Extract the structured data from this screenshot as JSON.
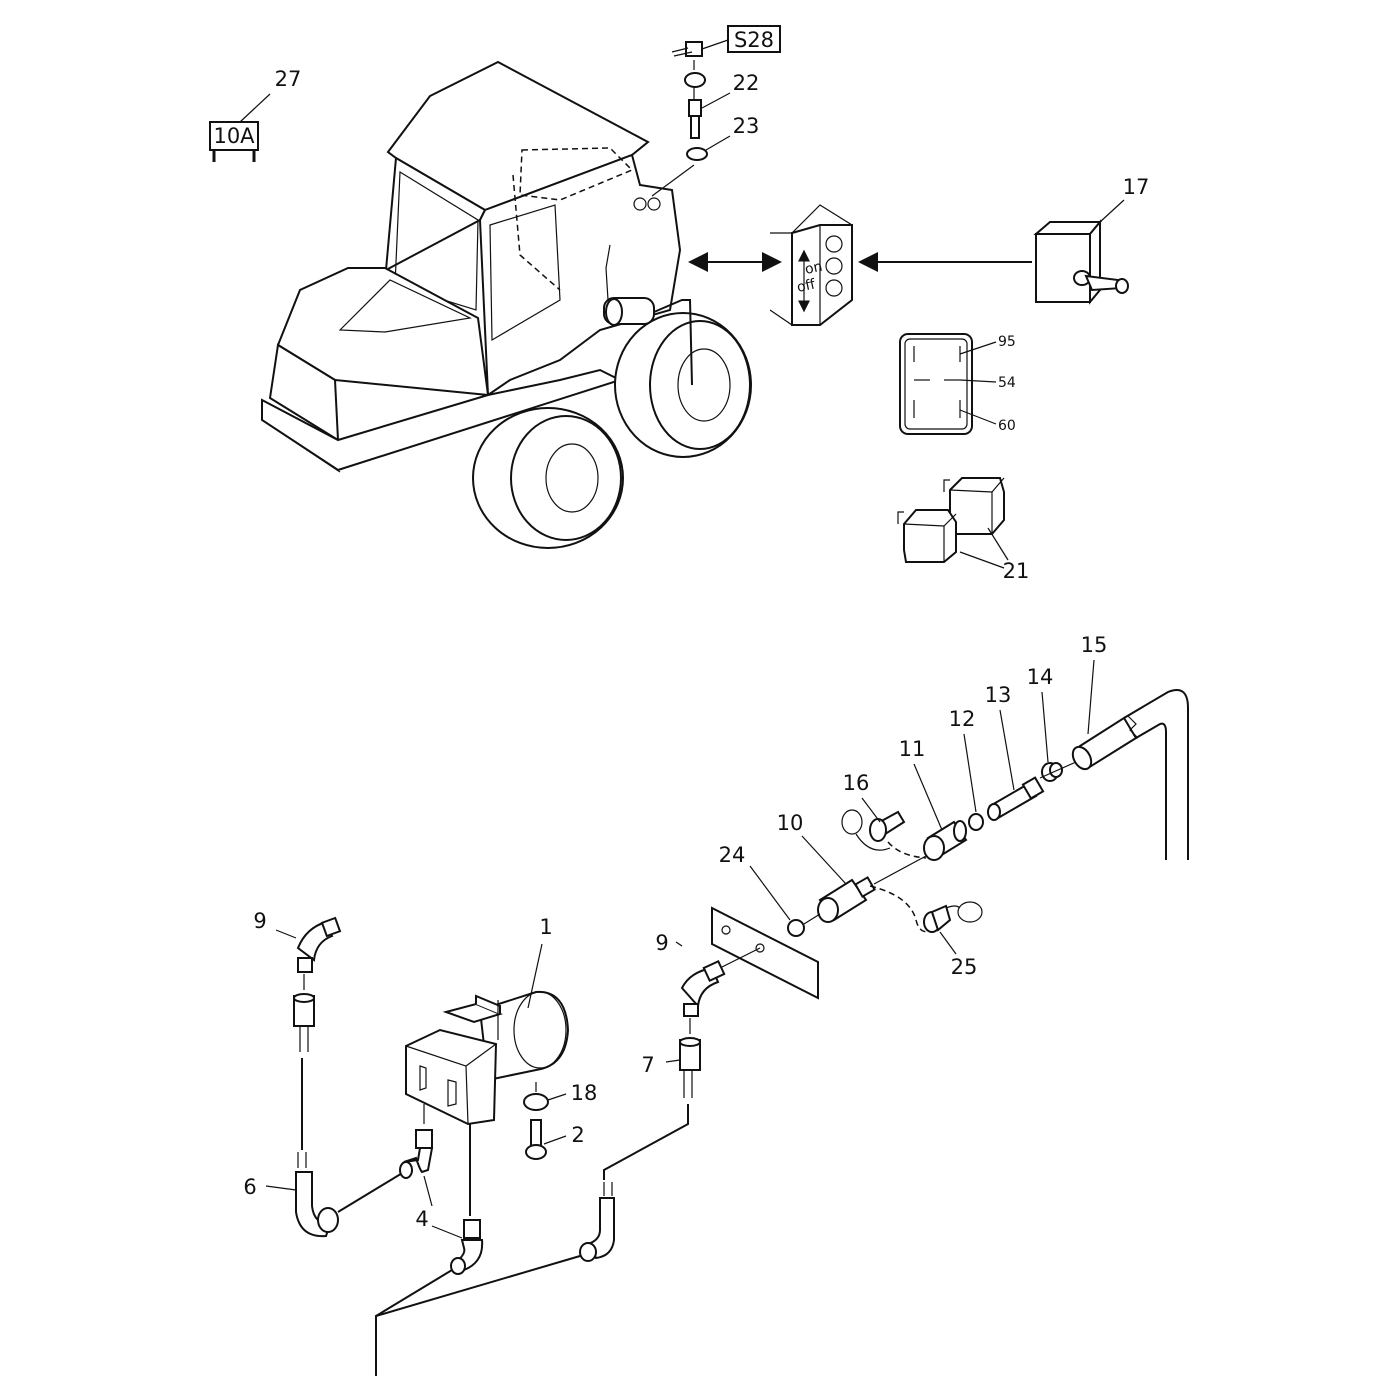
{
  "boxed_labels": {
    "switch_ref": "S28",
    "fuse_rating": "10A"
  },
  "callouts": {
    "p1": "1",
    "p2": "2",
    "p4": "4",
    "p6": "6",
    "p7": "7",
    "p9_left": "9",
    "p9_right": "9",
    "p10": "10",
    "p11": "11",
    "p12": "12",
    "p13": "13",
    "p14": "14",
    "p15": "15",
    "p16": "16",
    "p17": "17",
    "p18": "18",
    "p21": "21",
    "p22": "22",
    "p23": "23",
    "p24": "24",
    "p25": "25",
    "p27": "27"
  },
  "relay_pins": {
    "top": "95",
    "middle": "54",
    "bottom": "60"
  },
  "switch_panel": {
    "on_text": "on",
    "off_text": "off"
  }
}
